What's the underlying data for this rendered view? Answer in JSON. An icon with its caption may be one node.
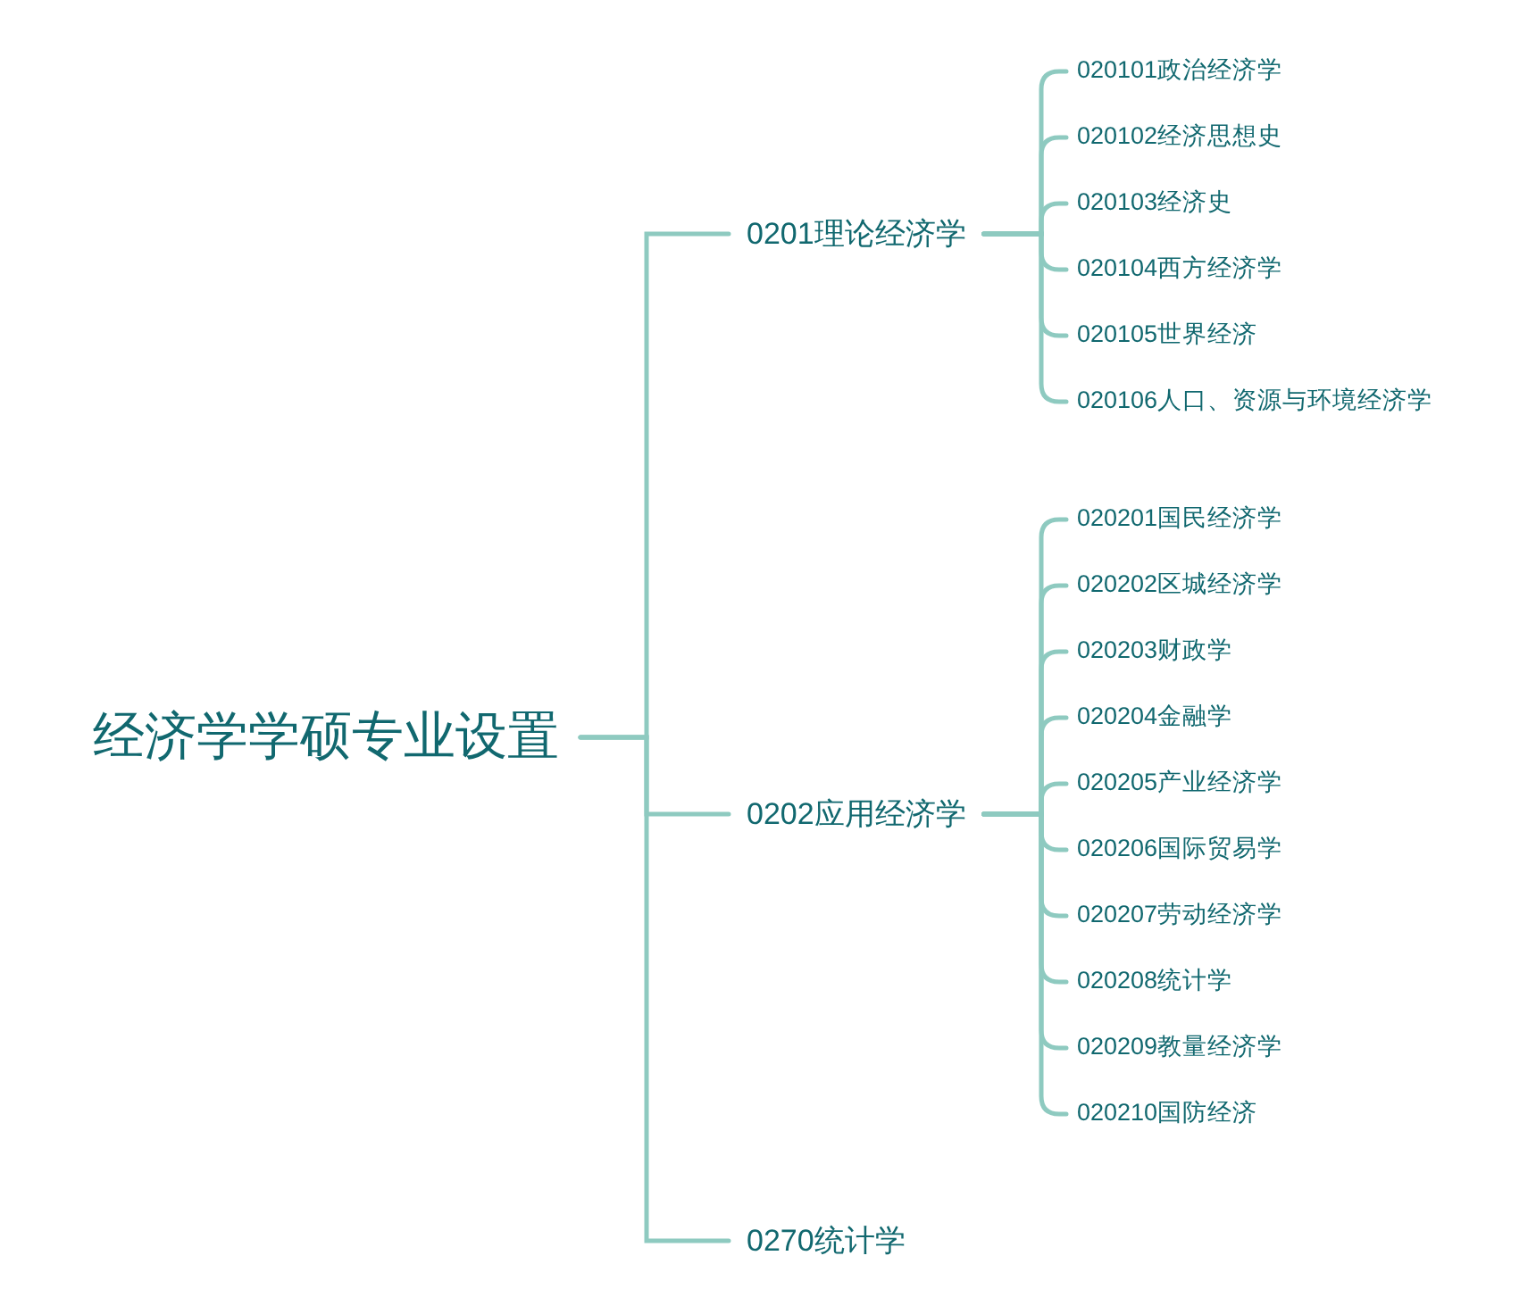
{
  "diagram": {
    "nodes": [
      {
        "text": [
          "经济学学硕专业设置"
        ]
      },
      {
        "text": [
          "0201理论经济学"
        ]
      },
      {
        "text": [
          "020101政治经济学"
        ]
      },
      {
        "text": [
          "020102经济思想史"
        ]
      },
      {
        "text": [
          "020103经济史"
        ]
      },
      {
        "text": [
          "020104西方经济学"
        ]
      },
      {
        "text": [
          "020105世界经济"
        ]
      },
      {
        "text": [
          "020106人口、资源与环境经济学"
        ]
      },
      {
        "text": [
          "0202应用经济学"
        ]
      },
      {
        "text": [
          "020201国民经济学"
        ]
      },
      {
        "text": [
          "020202区城经济学"
        ]
      },
      {
        "text": [
          "020203财政学"
        ]
      },
      {
        "text": [
          "020204金融学"
        ]
      },
      {
        "text": [
          "020205产业经济学"
        ]
      },
      {
        "text": [
          "020206国际贸易学"
        ]
      },
      {
        "text": [
          "020207劳动经济学"
        ]
      },
      {
        "text": [
          "020208统计学"
        ]
      },
      {
        "text": [
          "020209教量经济学"
        ]
      },
      {
        "text": [
          "020210国防经济"
        ]
      },
      {
        "text": [
          "0270统计学"
        ]
      }
    ],
    "edges": [
      {
        "from": 0,
        "to": 1,
        "arrow": "none"
      },
      {
        "from": 0,
        "to": 8,
        "arrow": "none"
      },
      {
        "from": 0,
        "to": 19,
        "arrow": "none"
      },
      {
        "from": 1,
        "to": 2,
        "arrow": "none"
      },
      {
        "from": 1,
        "to": 3,
        "arrow": "none"
      },
      {
        "from": 1,
        "to": 4,
        "arrow": "none"
      },
      {
        "from": 1,
        "to": 5,
        "arrow": "none"
      },
      {
        "from": 1,
        "to": 6,
        "arrow": "none"
      },
      {
        "from": 1,
        "to": 7,
        "arrow": "none"
      },
      {
        "from": 8,
        "to": 9,
        "arrow": "none"
      },
      {
        "from": 8,
        "to": 10,
        "arrow": "none"
      },
      {
        "from": 8,
        "to": 11,
        "arrow": "none"
      },
      {
        "from": 8,
        "to": 12,
        "arrow": "none"
      },
      {
        "from": 8,
        "to": 13,
        "arrow": "none"
      },
      {
        "from": 8,
        "to": 14,
        "arrow": "none"
      },
      {
        "from": 8,
        "to": 15,
        "arrow": "none"
      },
      {
        "from": 8,
        "to": 16,
        "arrow": "none"
      },
      {
        "from": 8,
        "to": 17,
        "arrow": "none"
      },
      {
        "from": 8,
        "to": 18,
        "arrow": "none"
      }
    ]
  }
}
